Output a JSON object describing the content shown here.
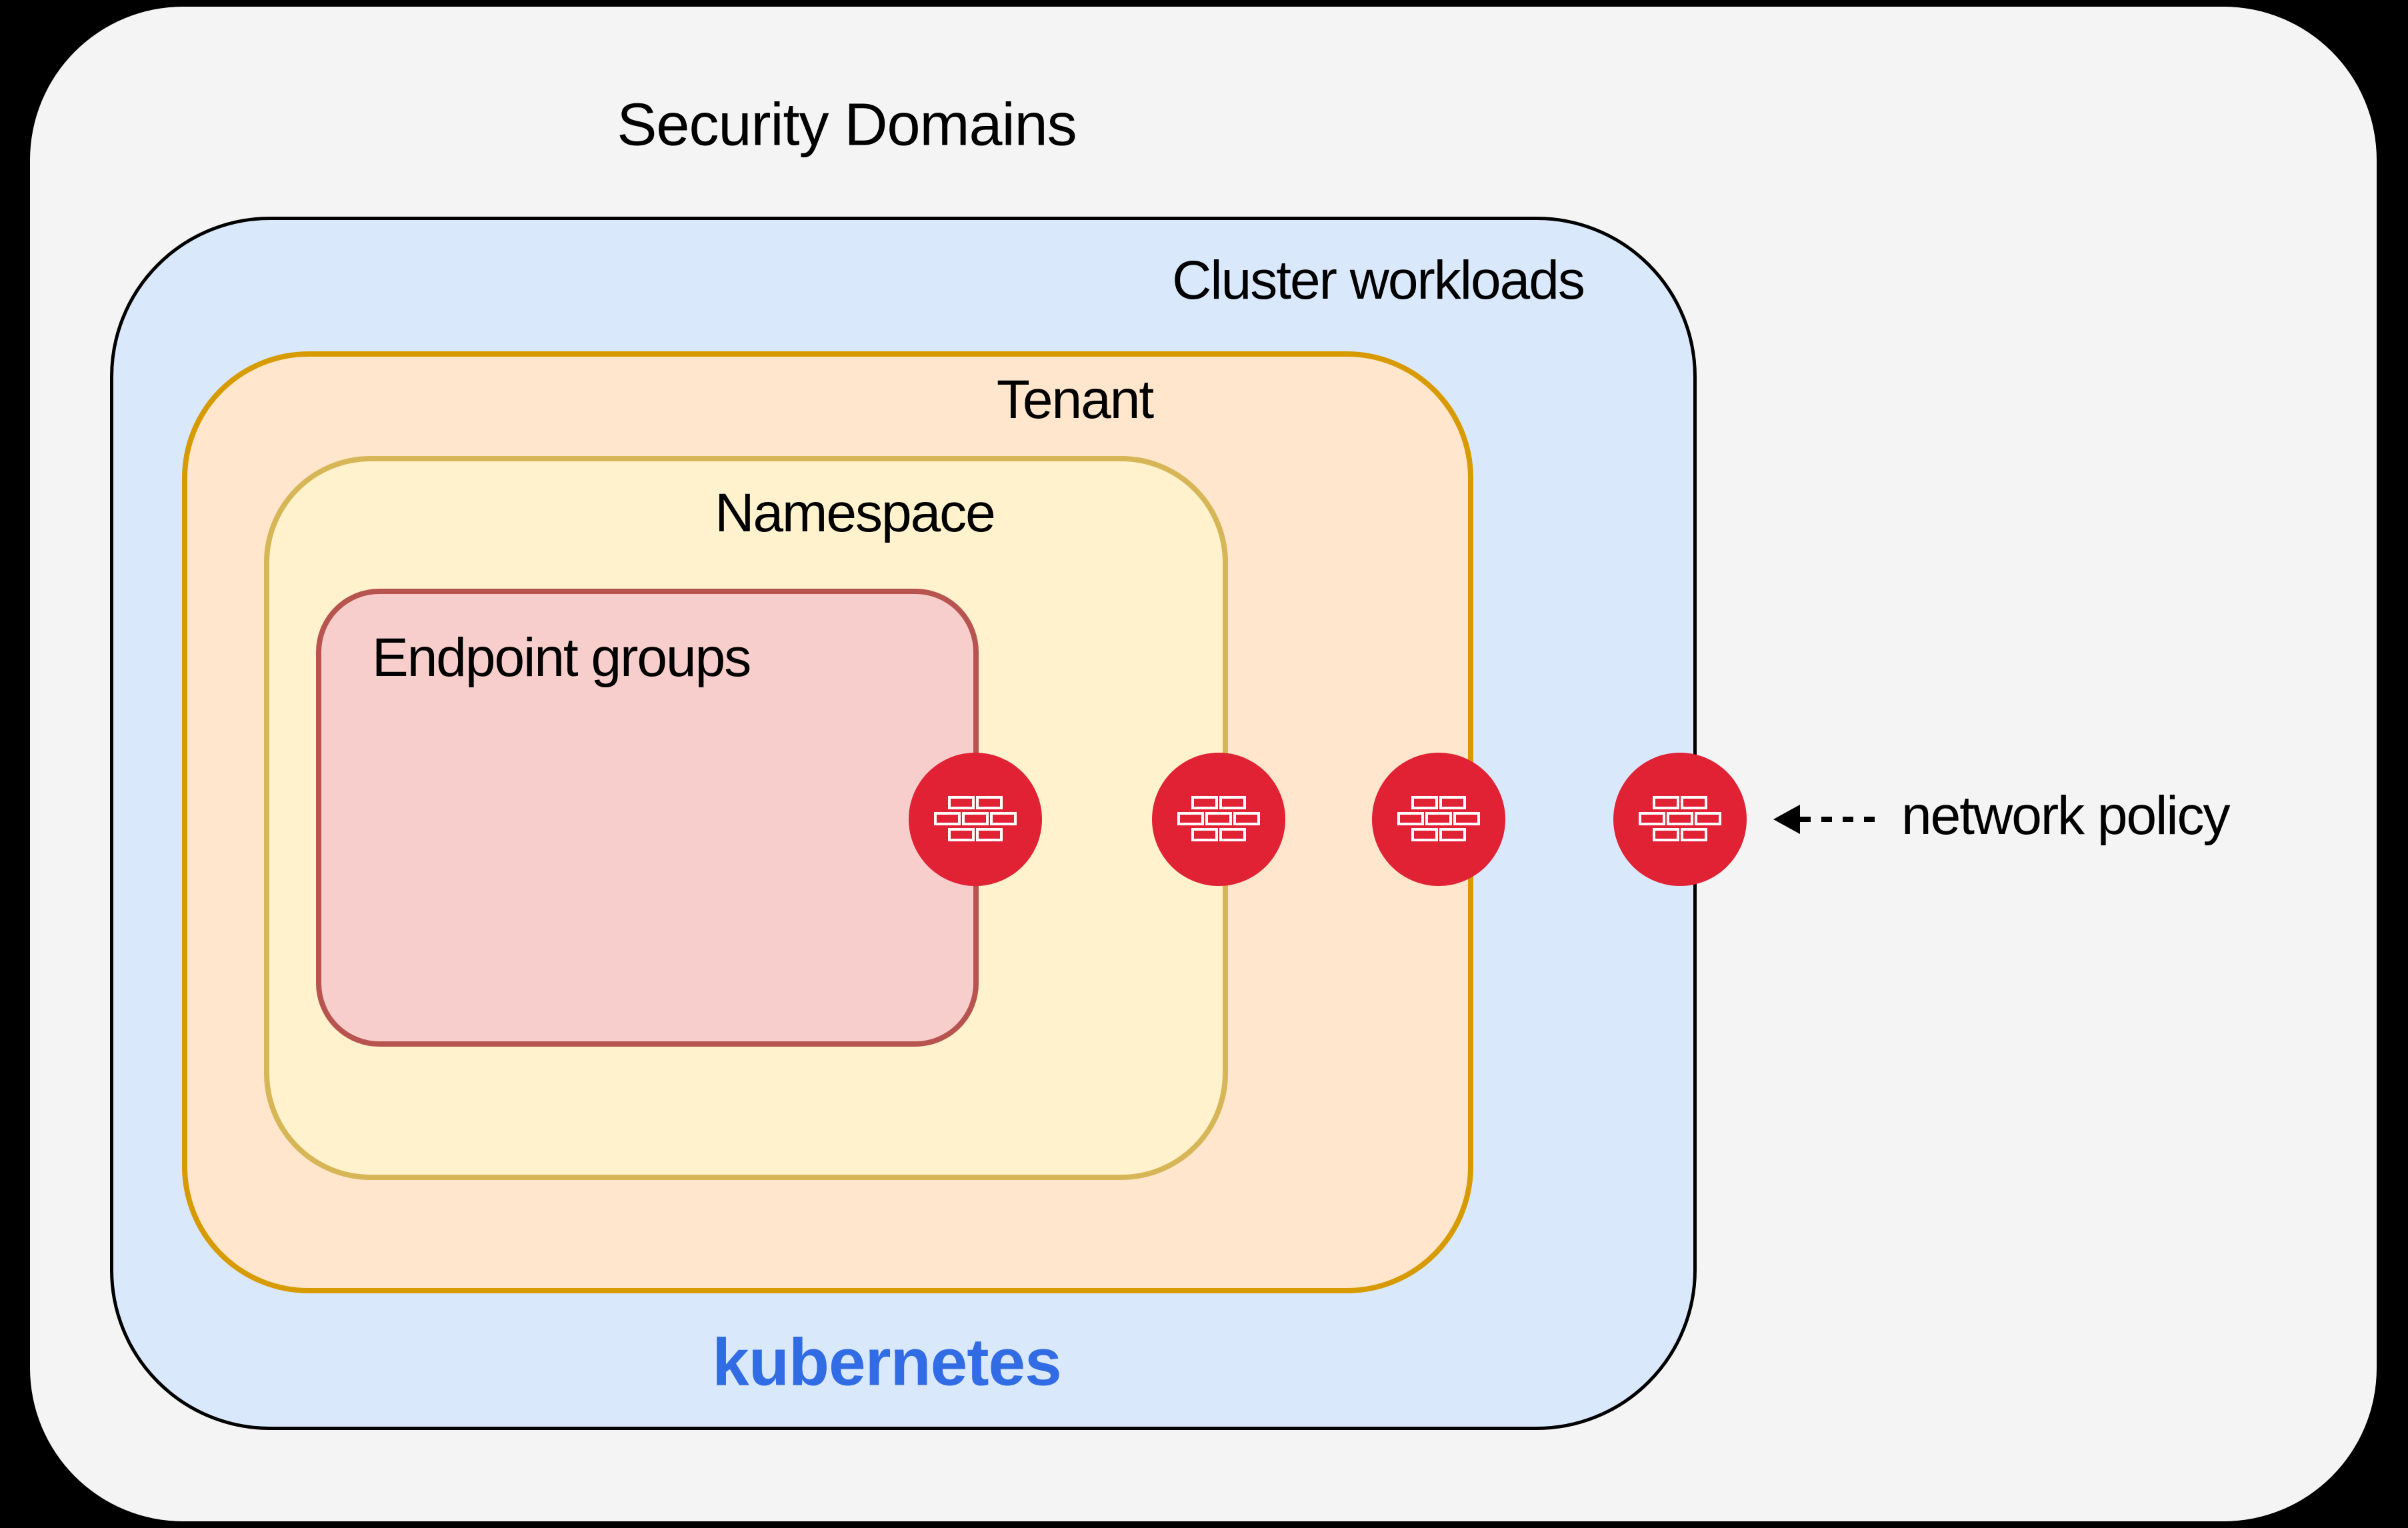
{
  "title": "Security Domains",
  "layers": [
    {
      "id": "cluster-workloads",
      "label": "Cluster workloads",
      "fill": "#dae8fc",
      "border": "#000000"
    },
    {
      "id": "tenant",
      "label": "Tenant",
      "fill": "#ffe6cc",
      "border": "#d79b00"
    },
    {
      "id": "namespace",
      "label": "Namespace",
      "fill": "#fff2cc",
      "border": "#d6b656"
    },
    {
      "id": "endpoint-groups",
      "label": "Endpoint groups",
      "fill": "#f8cecc",
      "border": "#b85450"
    }
  ],
  "platform": {
    "label": "kubernetes",
    "color": "#326ce5"
  },
  "annotation": {
    "label": "network policy"
  },
  "firewalls": {
    "icon": "firewall-brick-icon",
    "count": 4,
    "color": "#e12134"
  },
  "background": {
    "canvas": "#000000",
    "panel": "#f4f4f4"
  }
}
